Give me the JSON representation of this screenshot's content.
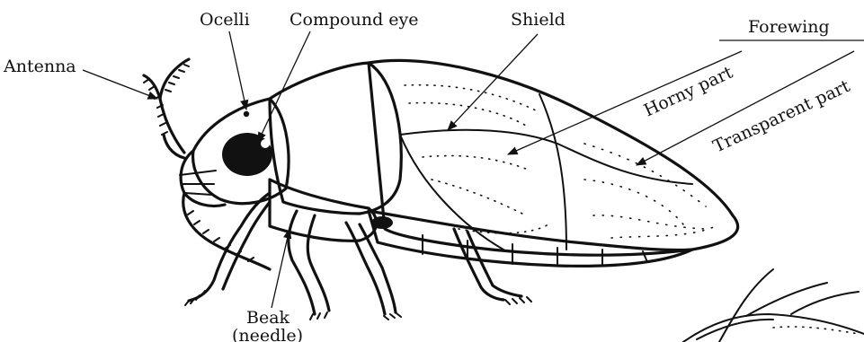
{
  "labels": {
    "antenna": "Antenna",
    "ocelli": "Ocelli",
    "compound_eye": "Compound eye",
    "shield": "Shield",
    "forewing": "Forewing",
    "horny_part": "Horny part",
    "transparent_part": "Transparent part",
    "beak_line1": "Beak",
    "beak_line2": "(needle)"
  }
}
